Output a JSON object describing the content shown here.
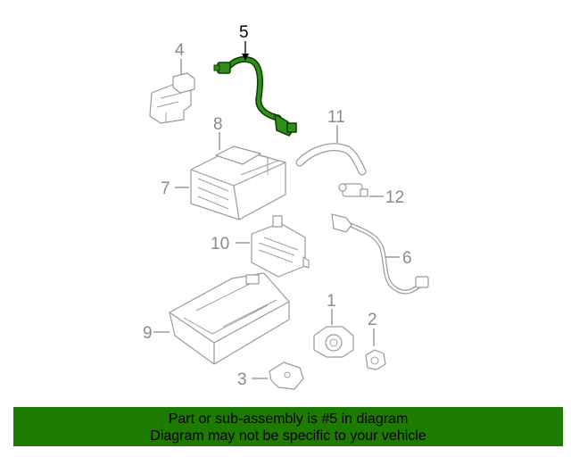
{
  "diagram": {
    "callouts": [
      "5",
      "4",
      "8",
      "11",
      "7",
      "12",
      "10",
      "6",
      "1",
      "2",
      "9",
      "3"
    ],
    "highlighted_part": "5",
    "colors": {
      "highlight": "#1e7a00",
      "parts": "#9a9a9a",
      "banner": "#1e7a00"
    }
  },
  "banner": {
    "line1": "Part or sub-assembly is #5 in diagram",
    "line2": "Diagram may not be specific to your vehicle"
  }
}
